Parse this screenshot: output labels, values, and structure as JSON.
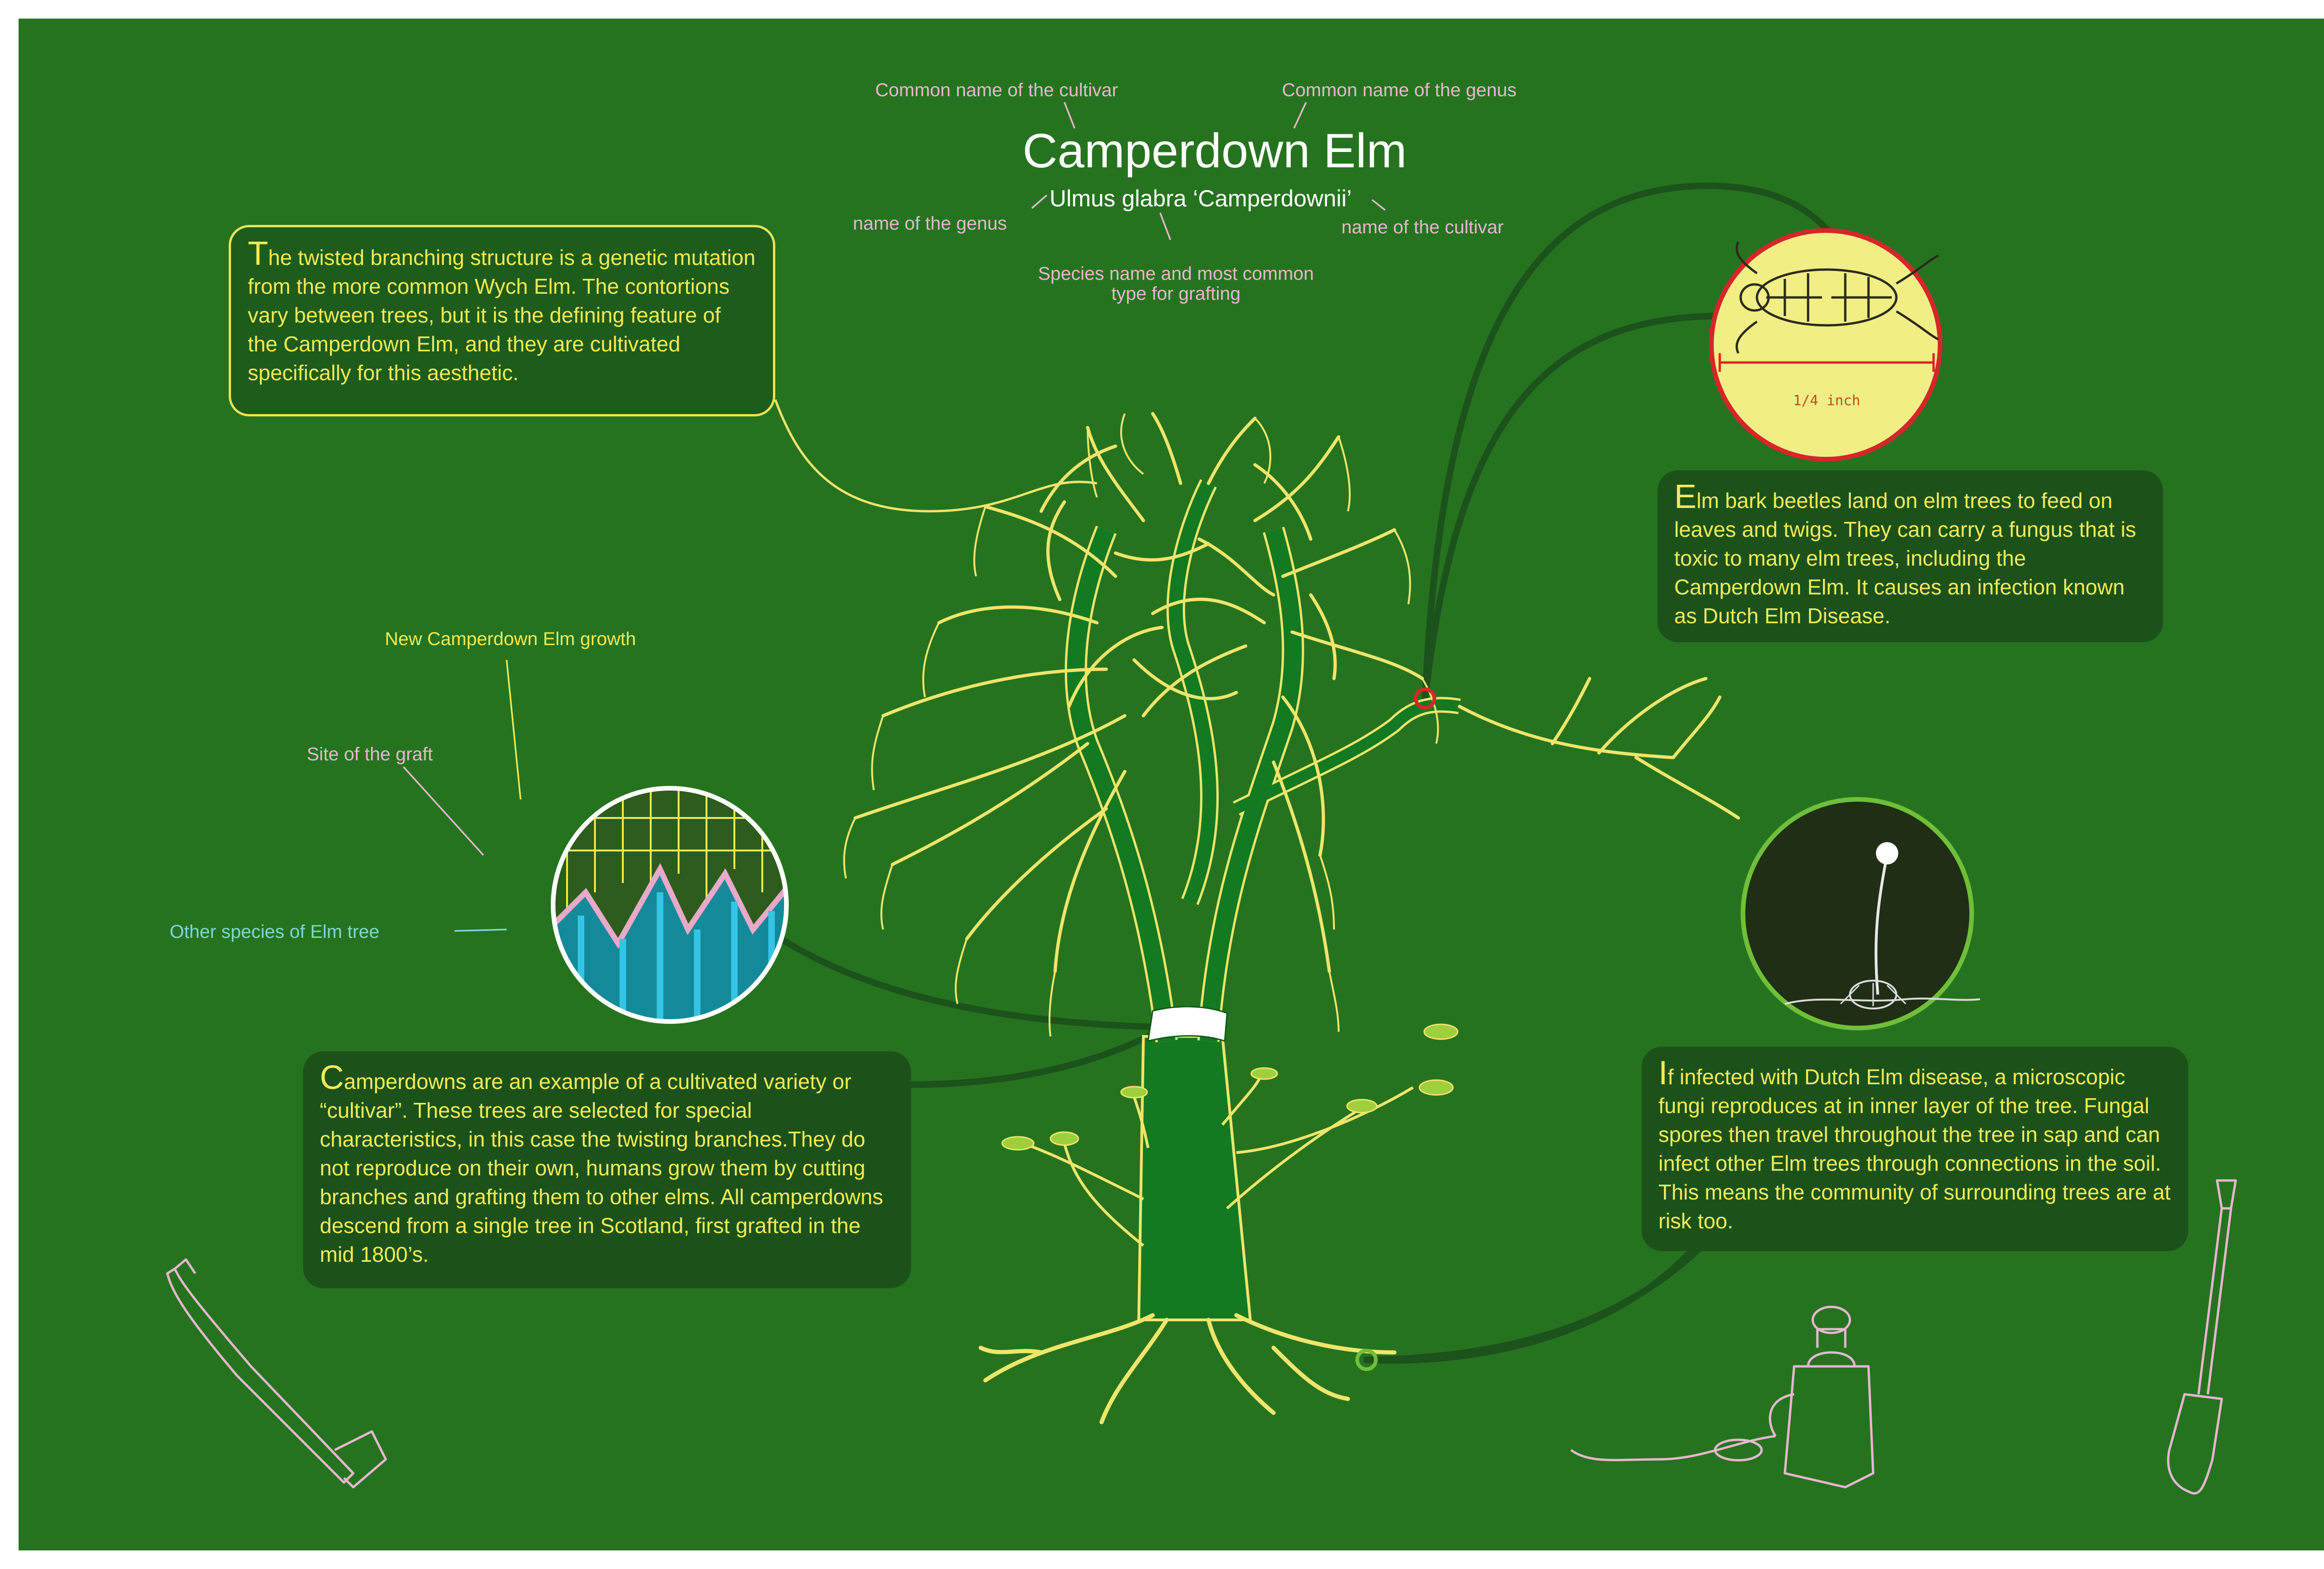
{
  "labels": {
    "cultivar_common": "Common name of the cultivar",
    "genus_common": "Common name of the genus",
    "title": "Camperdown Elm",
    "scientific": "Ulmus glabra ‘Camperdownii’",
    "genus": "name of the genus",
    "cultivar": "name of the cultivar",
    "species_1": "Species name and most common",
    "species_2": "type for grafting",
    "new_growth": "New Camperdown Elm growth",
    "graft_site": "Site of the graft",
    "other_species": "Other species of Elm tree",
    "scale": "1/4 inch"
  },
  "boxes": {
    "twisted": {
      "cap": "T",
      "text": "he twisted branching structure is a genetic mutation from the more common Wych Elm. The contortions vary between trees, but it is the defining feature of the Camperdown Elm, and they are cultivated specifically for this aesthetic."
    },
    "beetles": {
      "cap": "E",
      "text": "lm bark beetles land on elm trees to feed on leaves and twigs. They can carry a fungus that is toxic to many elm trees, including the Camperdown Elm. It causes an infection known as Dutch Elm Disease."
    },
    "cultivar": {
      "cap": "C",
      "text": "amperdowns are an example of a cultivated variety or “cultivar”. These trees are selected for special characteristics, in this case the twisting branches.They do not reproduce on their own, humans grow them by cutting branches and grafting them to other elms. All camperdowns descend from a single tree in Scotland, first grafted in the mid 1800’s."
    },
    "infected": {
      "cap": "I",
      "text": "f infected with Dutch Elm disease, a microscopic fungi reproduces at in inner layer of the tree. Fungal spores then travel throughout the tree in sap and can infect other Elm trees through connections in the soil. This means the community of surrounding trees are at risk too."
    }
  },
  "colors": {
    "background": "#26731f",
    "branch": "#f0e56b",
    "trunk": "#137a22",
    "box": "#1c541b",
    "label_pink": "#e7b7cf",
    "label_yellow": "#f0ea55",
    "label_cyan": "#7fd7d0",
    "beetle_circle": "#f2ee86",
    "beetle_ring": "#d6262a",
    "fungus_circle": "#1f2e14"
  },
  "icons": [
    "axe-icon",
    "sprayer-icon",
    "shovel-icon",
    "beetle-icon",
    "fungus-icon"
  ]
}
